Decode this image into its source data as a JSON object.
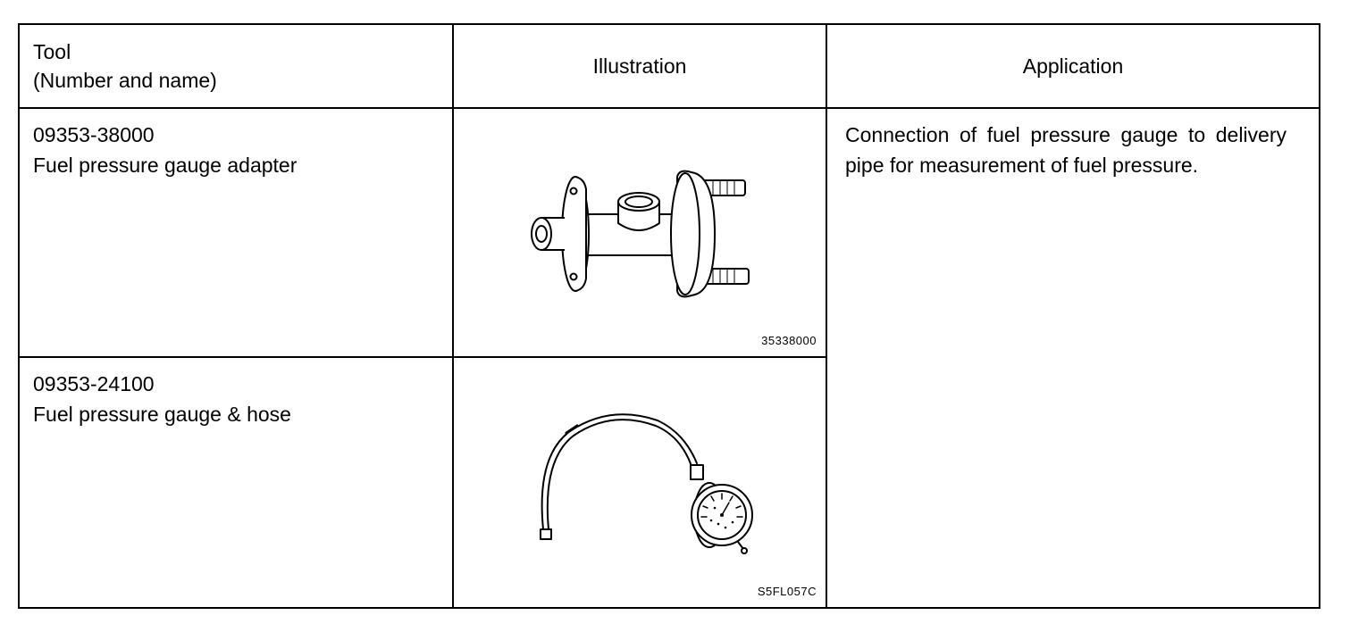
{
  "headers": {
    "tool_line1": "Tool",
    "tool_line2": "(Number and name)",
    "illustration": "Illustration",
    "application": "Application"
  },
  "rows": [
    {
      "number": "09353-38000",
      "name": "Fuel pressure gauge adapter",
      "illustration_code": "35338000",
      "illustration_icon": "fuel-pressure-gauge-adapter-icon"
    },
    {
      "number": "09353-24100",
      "name": "Fuel pressure gauge & hose",
      "illustration_code": "S5FL057C",
      "illustration_icon": "fuel-pressure-gauge-hose-icon"
    }
  ],
  "application_text": "Connection of fuel pressure gauge to delivery pipe for measurement of fuel pressure."
}
